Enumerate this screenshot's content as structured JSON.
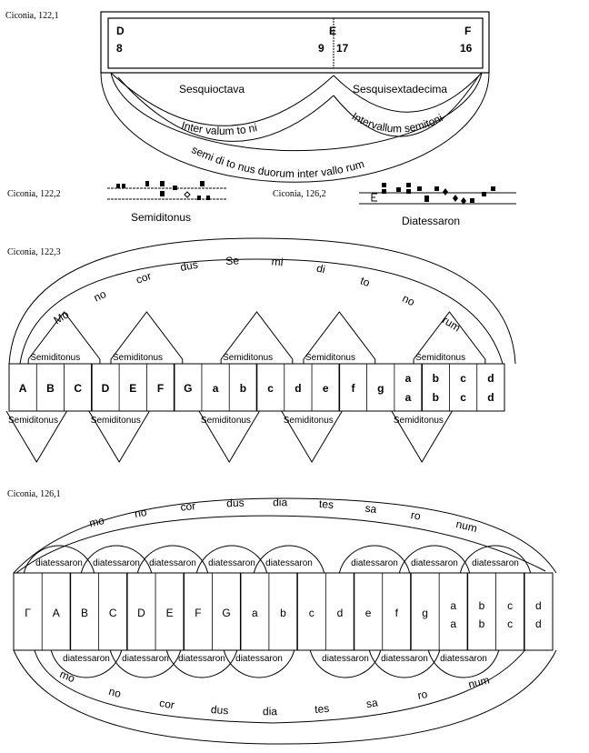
{
  "fig1": {
    "caption": "Ciconia, 122,1",
    "D": "D",
    "E": "E",
    "F": "F",
    "n8": "8",
    "n9": "9",
    "n17": "17",
    "n16": "16",
    "left_arc": "Sesquioctava",
    "right_arc": "Sesquisextadecima",
    "left_band": "Inter valum to ni",
    "right_band": "Intervallum semitoni",
    "outer_band": "semi di to nus  duorum inter vallo rum"
  },
  "fig2": {
    "caption": "Ciconia, 122,2",
    "label": "Semiditonus"
  },
  "fig2b": {
    "caption": "Ciconia, 126,2",
    "label": "Diatessaron"
  },
  "fig3": {
    "caption": "Ciconia, 122,3",
    "arc_syllables": [
      "Mo",
      "no",
      "cor",
      "dus",
      "Se",
      "mi",
      "di",
      "to",
      "no",
      "rum"
    ],
    "interval_label": "Semiditonus",
    "cells": [
      {
        "t": "A"
      },
      {
        "t": "B"
      },
      {
        "t": "C"
      },
      {
        "t": "D"
      },
      {
        "t": "E"
      },
      {
        "t": "F"
      },
      {
        "t": "G"
      },
      {
        "t": "a"
      },
      {
        "t": "b"
      },
      {
        "t": "c"
      },
      {
        "t": "d"
      },
      {
        "t": "e"
      },
      {
        "t": "f"
      },
      {
        "t": "g"
      },
      {
        "t": "a",
        "b": "a"
      },
      {
        "t": "b",
        "b": "b"
      },
      {
        "t": "c",
        "b": "c"
      },
      {
        "t": "d",
        "b": "d"
      }
    ]
  },
  "fig4": {
    "caption": "Ciconia, 126,1",
    "top_syllables": [
      "mo",
      "no",
      "cor",
      "dus",
      "dia",
      "tes",
      "sa",
      "ro",
      "num"
    ],
    "bottom_syllables": [
      "mo",
      "no",
      "cor",
      "dus",
      "dia",
      "tes",
      "sa",
      "ro",
      "num"
    ],
    "interval_label": "diatessaron",
    "cells": [
      {
        "t": "Γ"
      },
      {
        "t": "A"
      },
      {
        "t": "B"
      },
      {
        "t": "C"
      },
      {
        "t": "D"
      },
      {
        "t": "E"
      },
      {
        "t": "F"
      },
      {
        "t": "G"
      },
      {
        "t": "a"
      },
      {
        "t": "b"
      },
      {
        "t": "c"
      },
      {
        "t": "d"
      },
      {
        "t": "e"
      },
      {
        "t": "f"
      },
      {
        "t": "g"
      },
      {
        "t": "a",
        "b": "a"
      },
      {
        "t": "b",
        "b": "b"
      },
      {
        "t": "c",
        "b": "c"
      },
      {
        "t": "d",
        "b": "d"
      }
    ]
  }
}
